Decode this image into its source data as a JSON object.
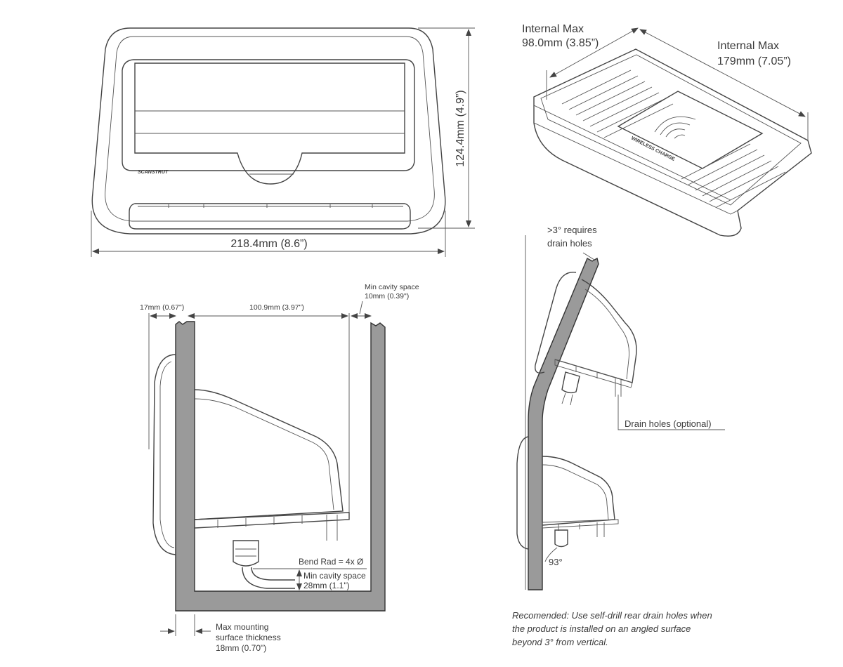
{
  "front_view": {
    "logo": "SCANSTRUT",
    "width_label": "218.4mm (8.6”)",
    "height_label": "124.4mm (4.9”)"
  },
  "iso_view": {
    "internal_width_title": "Internal Max",
    "internal_width_value": "98.0mm (3.85”)",
    "internal_length_title": "Internal Max",
    "internal_length_value": "179mm (7.05”)",
    "pad_text": "WIRELESS CHARGE"
  },
  "side_section": {
    "bezel_label": "17mm (0.67\")",
    "depth_label": "100.9mm (3.97\")",
    "rear_cavity_title": "Min cavity space",
    "rear_cavity_value": "10mm (0.39\")",
    "bend_radius_label": "Bend Rad = 4x Ø",
    "bottom_cavity_title": "Min cavity space",
    "bottom_cavity_value": "28mm (1.1\")",
    "thickness_line1": "Max mounting",
    "thickness_line2": "surface thickness",
    "thickness_value": "18mm (0.70\")"
  },
  "angled_mount": {
    "angle_note_line1": ">3° requires",
    "angle_note_line2": "drain holes",
    "drain_label": "Drain holes (optional)",
    "angle_label": "93°",
    "recommendation_line1": "Recomended: Use self-drill rear drain holes when",
    "recommendation_line2": "the product is installed on an angled surface",
    "recommendation_line3": "beyond 3° from vertical."
  }
}
